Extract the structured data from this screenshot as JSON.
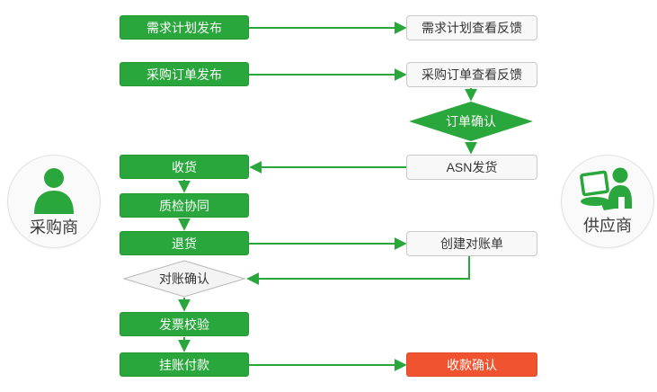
{
  "diagram": {
    "buyer": {
      "label": "采购商"
    },
    "supplier": {
      "label": "供应商"
    },
    "buyer_lane": {
      "plan_publish": "需求计划发布",
      "po_publish": "采购订单发布",
      "receive_goods": "收货",
      "quality_collab": "质检协同",
      "return_goods": "退货",
      "reconcile_confirm": "对账确认",
      "invoice_check": "发票校验",
      "book_payment": "挂账付款"
    },
    "supplier_lane": {
      "plan_feedback": "需求计划查看反馈",
      "po_feedback": "采购订单查看反馈",
      "order_confirm": "订单确认",
      "asn_ship": "ASN发货",
      "create_statement": "创建对账单",
      "receipt_confirm": "收款确认"
    }
  },
  "colors": {
    "accent_green": "#2aa73c",
    "alert_red": "#f0532f",
    "node_bg": "#f8f8f8",
    "node_border": "#c9c9c9",
    "diamond_bg": "#f4f4f4",
    "diamond_border": "#b9b9b9",
    "text_dark": "#333333"
  }
}
